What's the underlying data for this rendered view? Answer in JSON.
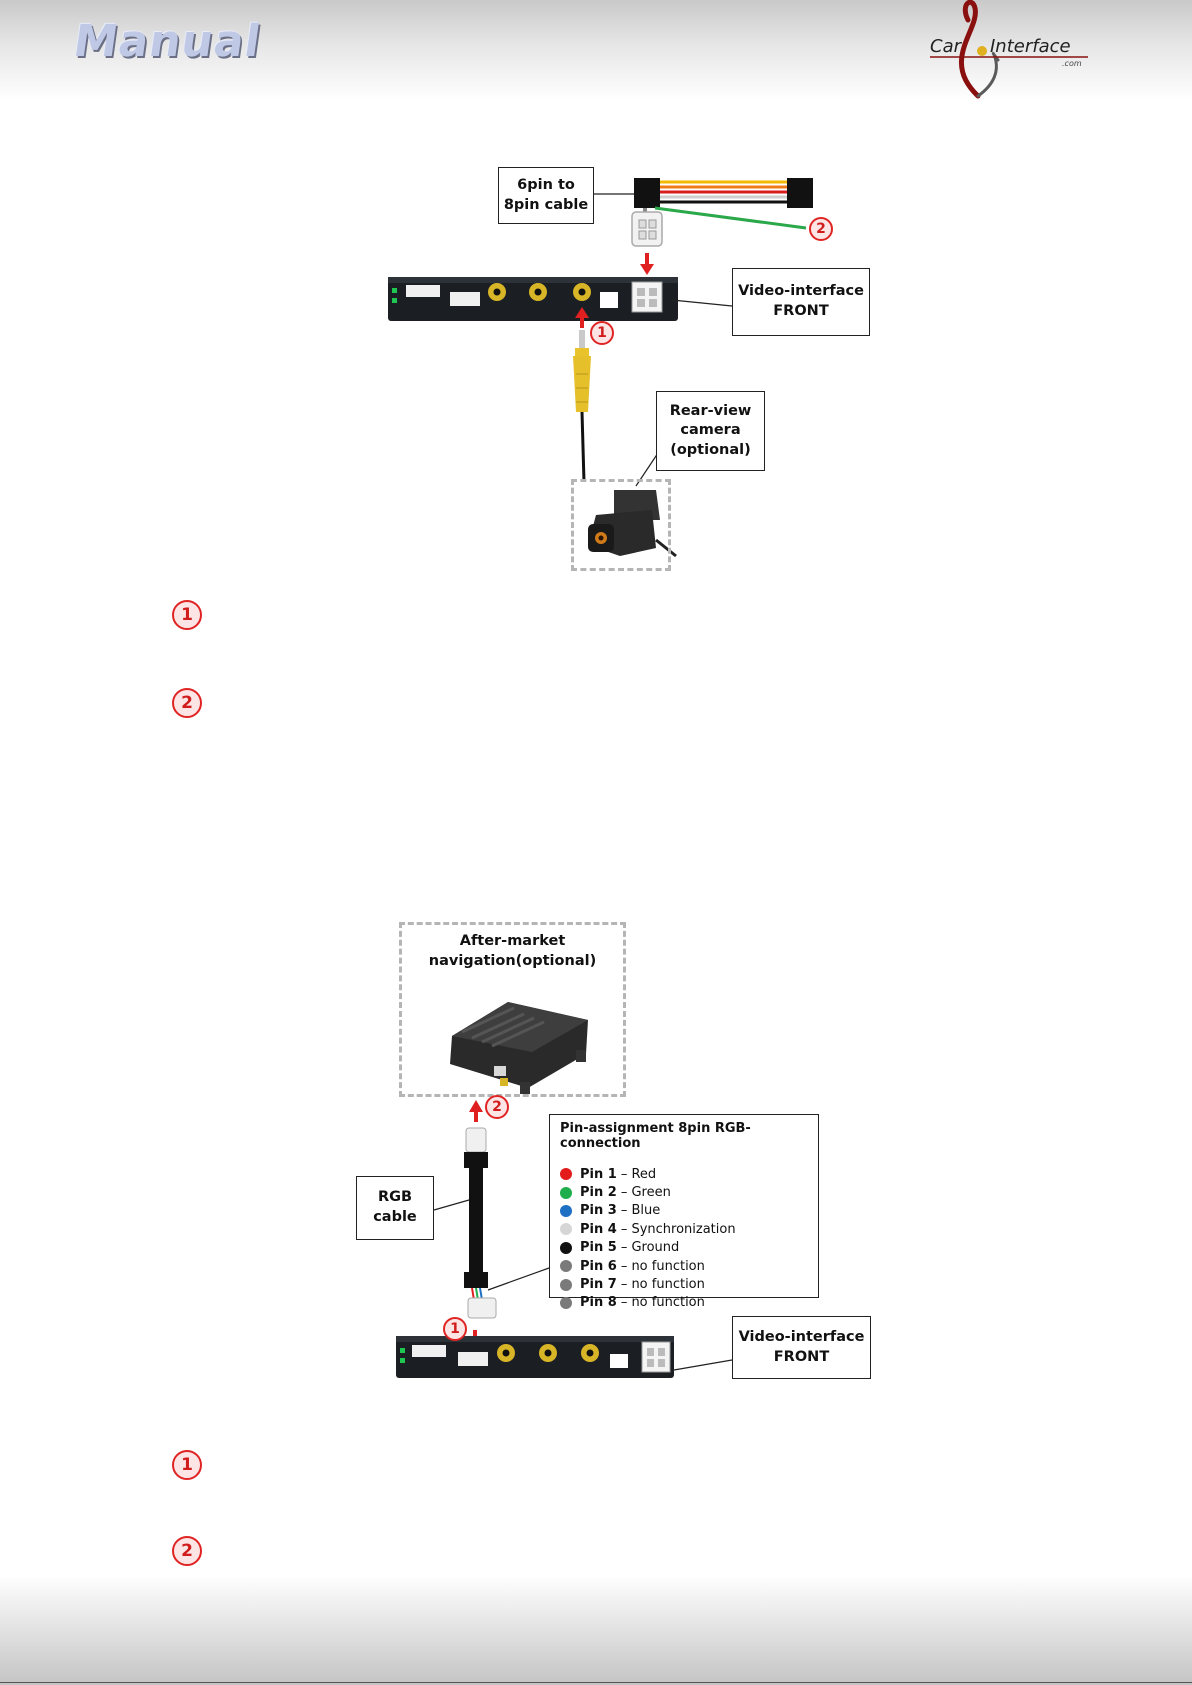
{
  "header": {
    "title": "Manual",
    "logo_text_left": "Car",
    "logo_text_right": "Interface",
    "logo_suffix": ".com"
  },
  "diagram1": {
    "cable_label": [
      "6pin to",
      "8pin cable"
    ],
    "interface_label": [
      "Video-interface",
      "FRONT"
    ],
    "camera_label": [
      "Rear-view",
      "camera",
      "(optional)"
    ],
    "marker1": "1",
    "marker2": "2"
  },
  "steps1": [
    {
      "marker": "1"
    },
    {
      "marker": "2"
    }
  ],
  "diagram2": {
    "nav_label": [
      "After-market",
      "navigation(optional)"
    ],
    "rgb_label": [
      "RGB",
      "cable"
    ],
    "interface_label": [
      "Video-interface",
      "FRONT"
    ],
    "marker1": "1",
    "marker2": "2",
    "pin_assignment": {
      "title": "Pin-assignment 8pin RGB-connection",
      "pins": [
        {
          "pin": "Pin 1",
          "desc": "– Red",
          "color": "#e31b1b"
        },
        {
          "pin": "Pin 2",
          "desc": "– Green",
          "color": "#1fae4b"
        },
        {
          "pin": "Pin 3",
          "desc": "– Blue",
          "color": "#1c6fc2"
        },
        {
          "pin": "Pin 4",
          "desc": "– Synchronization",
          "color": "#d6d6d6"
        },
        {
          "pin": "Pin 5",
          "desc": "– Ground",
          "color": "#111111"
        },
        {
          "pin": "Pin 6",
          "desc": "– no function",
          "color": "#7a7a7a"
        },
        {
          "pin": "Pin 7",
          "desc": "– no function",
          "color": "#7a7a7a"
        },
        {
          "pin": "Pin 8",
          "desc": "– no function",
          "color": "#7a7a7a"
        }
      ]
    }
  },
  "steps2": [
    {
      "marker": "1"
    },
    {
      "marker": "2"
    }
  ]
}
